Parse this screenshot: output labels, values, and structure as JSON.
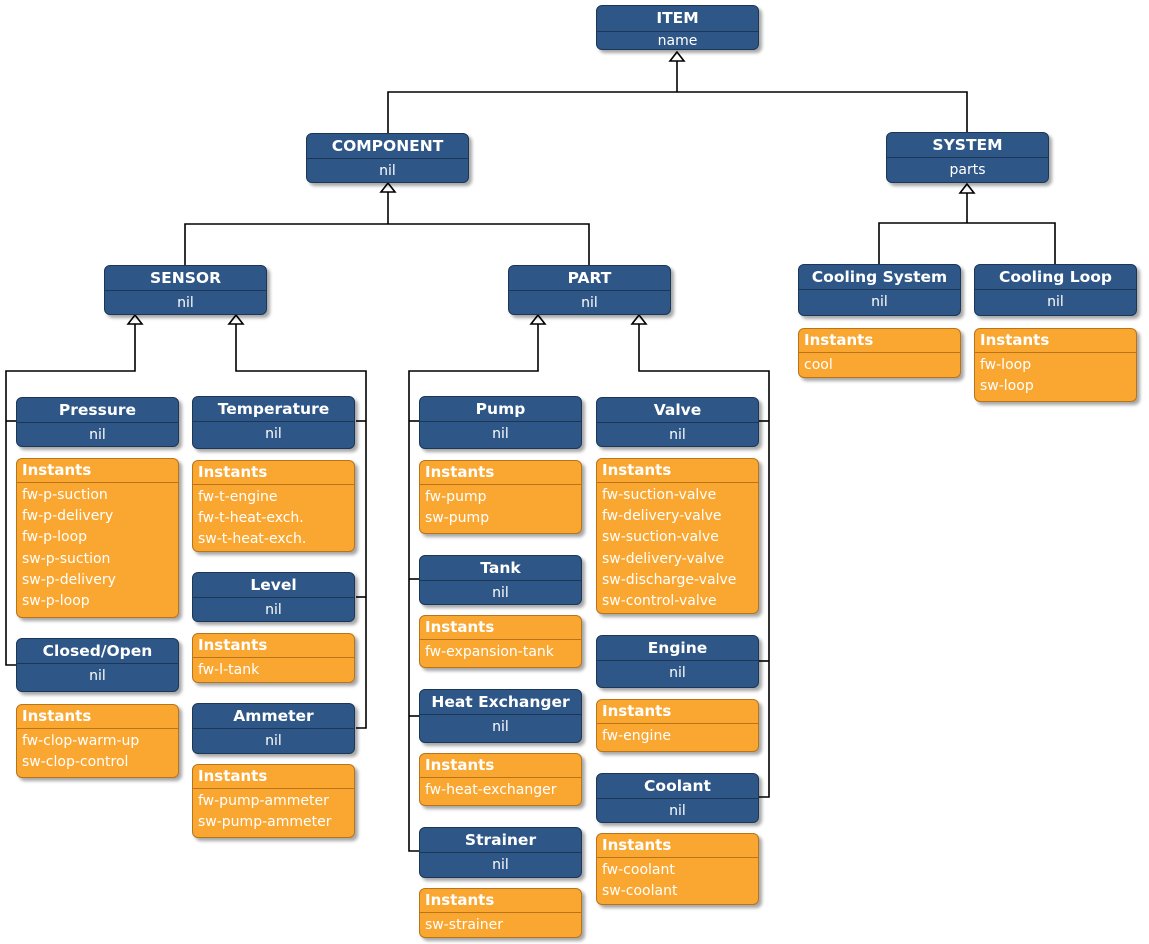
{
  "colors": {
    "class_fill": "#2e5788",
    "instance_fill": "#faa732",
    "line": "#000000"
  },
  "classes": {
    "item": {
      "title": "ITEM",
      "attr": "name"
    },
    "component": {
      "title": "COMPONENT",
      "attr": "nil"
    },
    "system": {
      "title": "SYSTEM",
      "attr": "parts"
    },
    "sensor": {
      "title": "SENSOR",
      "attr": "nil"
    },
    "part": {
      "title": "PART",
      "attr": "nil"
    },
    "cooling_system": {
      "title": "Cooling System",
      "attr": "nil"
    },
    "cooling_loop": {
      "title": "Cooling Loop",
      "attr": "nil"
    },
    "pressure": {
      "title": "Pressure",
      "attr": "nil"
    },
    "temperature": {
      "title": "Temperature",
      "attr": "nil"
    },
    "level": {
      "title": "Level",
      "attr": "nil"
    },
    "closed_open": {
      "title": "Closed/Open",
      "attr": "nil"
    },
    "ammeter": {
      "title": "Ammeter",
      "attr": "nil"
    },
    "pump": {
      "title": "Pump",
      "attr": "nil"
    },
    "tank": {
      "title": "Tank",
      "attr": "nil"
    },
    "heat_exchanger": {
      "title": "Heat Exchanger",
      "attr": "nil"
    },
    "strainer": {
      "title": "Strainer",
      "attr": "nil"
    },
    "valve": {
      "title": "Valve",
      "attr": "nil"
    },
    "engine": {
      "title": "Engine",
      "attr": "nil"
    },
    "coolant": {
      "title": "Coolant",
      "attr": "nil"
    }
  },
  "instances": {
    "label": "Instants",
    "cooling_system": [
      "cool"
    ],
    "cooling_loop": [
      "fw-loop",
      "sw-loop"
    ],
    "pressure": [
      "fw-p-suction",
      "fw-p-delivery",
      "fw-p-loop",
      "sw-p-suction",
      "sw-p-delivery",
      "sw-p-loop"
    ],
    "temperature": [
      "fw-t-engine",
      "fw-t-heat-exch.",
      "sw-t-heat-exch."
    ],
    "level": [
      "fw-l-tank"
    ],
    "closed_open": [
      "fw-clop-warm-up",
      "sw-clop-control"
    ],
    "ammeter": [
      "fw-pump-ammeter",
      "sw-pump-ammeter"
    ],
    "pump": [
      "fw-pump",
      "sw-pump"
    ],
    "tank": [
      "fw-expansion-tank"
    ],
    "heat_exchanger": [
      "fw-heat-exchanger"
    ],
    "strainer": [
      "sw-strainer"
    ],
    "valve": [
      "fw-suction-valve",
      "fw-delivery-valve",
      "sw-suction-valve",
      "sw-delivery-valve",
      "sw-discharge-valve",
      "sw-control-valve"
    ],
    "engine": [
      "fw-engine"
    ],
    "coolant": [
      "fw-coolant",
      "sw-coolant"
    ]
  }
}
